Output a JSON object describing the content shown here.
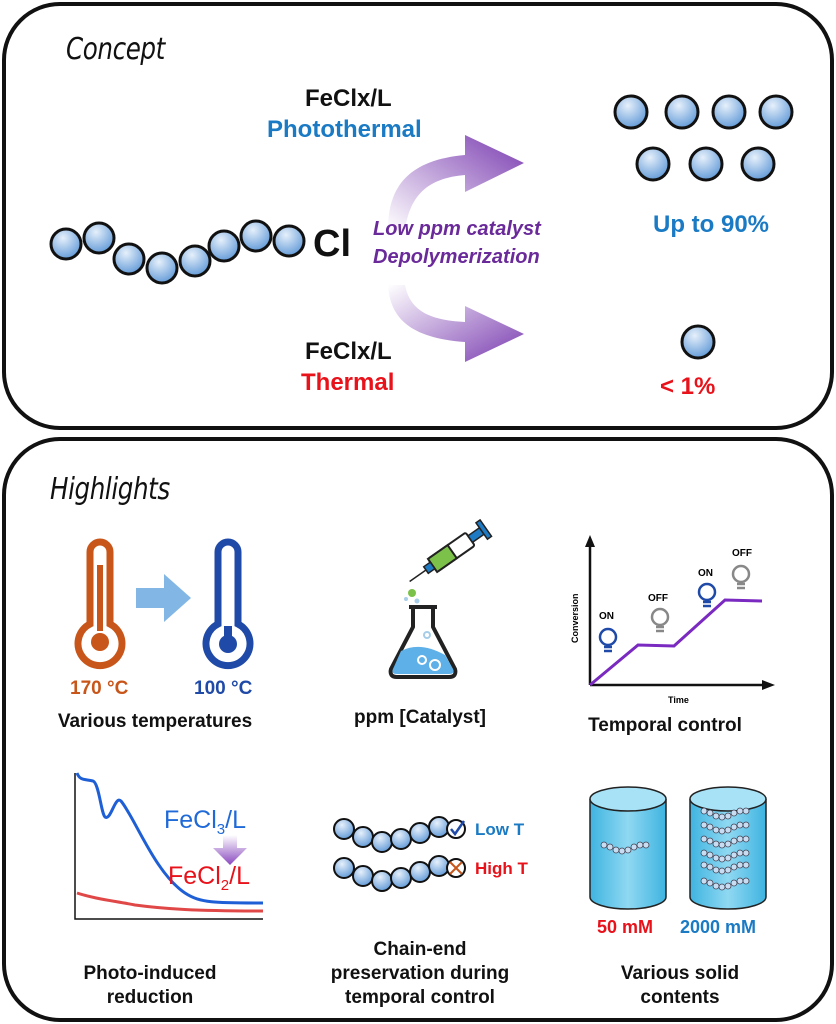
{
  "concept": {
    "title": "Concept",
    "polymer_end_group": "Cl",
    "top_catalyst": "FeClx/L",
    "top_mode": "Photothermal",
    "bottom_catalyst": "FeClx/L",
    "bottom_mode": "Thermal",
    "center_line1": "Low ppm catalyst",
    "center_line2": "Depolymerization",
    "top_result": "Up to 90%",
    "bottom_result": "< 1%"
  },
  "highlights": {
    "title": "Highlights",
    "temperature": {
      "high_temp": "170 °C",
      "low_temp": "100 °C",
      "label": "Various temperatures"
    },
    "catalyst": {
      "label": "ppm [Catalyst]"
    },
    "temporal": {
      "y_axis": "Conversion",
      "x_axis": "Time",
      "states": [
        "ON",
        "OFF",
        "ON",
        "OFF"
      ],
      "label": "Temporal control"
    },
    "photo": {
      "species_top": "FeCl3/L",
      "species_top_main": "FeCl",
      "species_top_sub": "3",
      "species_top_suffix": "/L",
      "species_bottom_main": "FeCl",
      "species_bottom_sub": "2",
      "species_bottom_suffix": "/L",
      "label_line1": "Photo-induced",
      "label_line2": "reduction"
    },
    "chain_end": {
      "low": "Low T",
      "high": "High T",
      "label_line1": "Chain-end",
      "label_line2": "preservation during",
      "label_line3": "temporal control"
    },
    "solid": {
      "low_conc": "50 mM",
      "high_conc": "2000 mM",
      "label_line1": "Various solid",
      "label_line2": "contents"
    }
  },
  "colors": {
    "blue_text": "#1a7ac4",
    "red_text": "#e8121b",
    "purple": "#6a2a9a",
    "orange": "#c8561a",
    "dark_blue": "#1f4aa8"
  }
}
